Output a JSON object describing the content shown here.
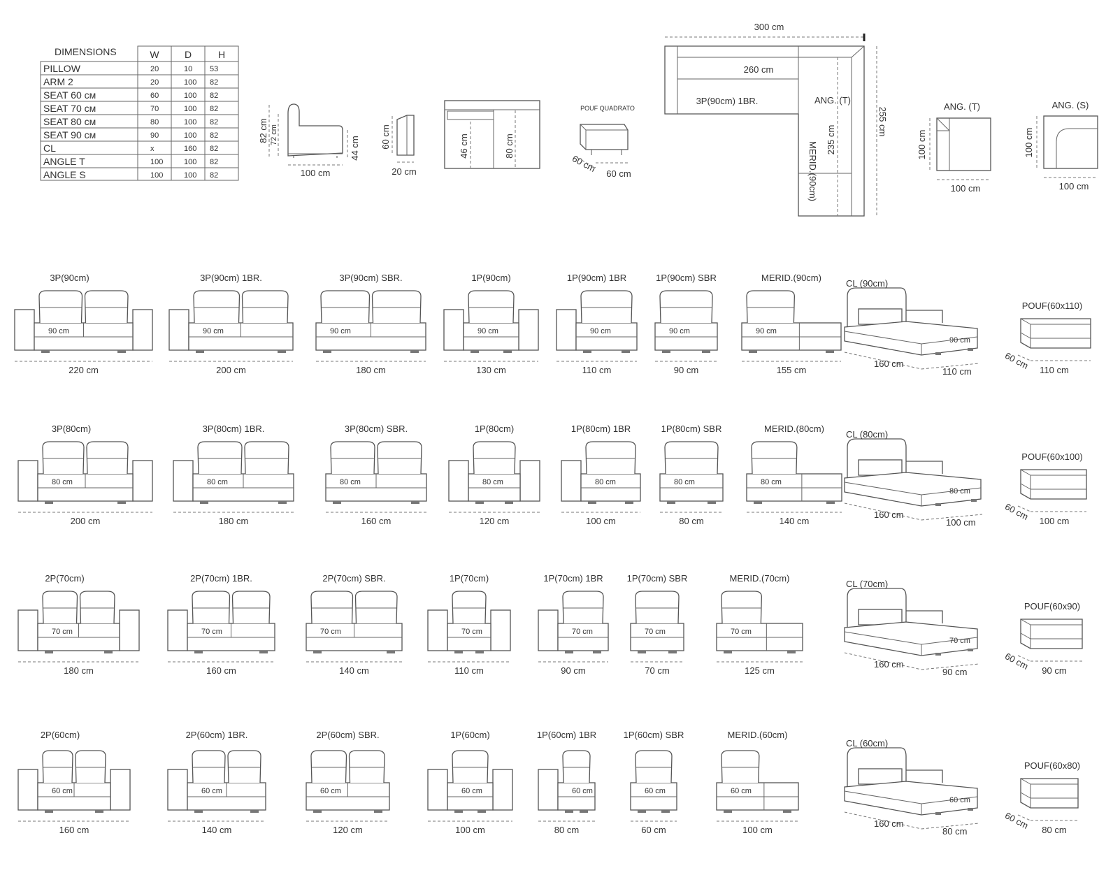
{
  "table": {
    "title": "DIMENSIONS",
    "headers": [
      "W",
      "D",
      "H"
    ],
    "rows": [
      {
        "name": "PILLOW",
        "w": "20",
        "d": "10",
        "h": "53"
      },
      {
        "name": "ARM 2",
        "w": "20",
        "d": "100",
        "h": "82"
      },
      {
        "name": "SEAT 60 cм",
        "w": "60",
        "d": "100",
        "h": "82"
      },
      {
        "name": "SEAT 70 cм",
        "w": "70",
        "d": "100",
        "h": "82"
      },
      {
        "name": "SEAT 80 cм",
        "w": "80",
        "d": "100",
        "h": "82"
      },
      {
        "name": "SEAT 90 cм",
        "w": "90",
        "d": "100",
        "h": "82"
      },
      {
        "name": "CL",
        "w": "x",
        "d": "160",
        "h": "82"
      },
      {
        "name": "ANGLE  T",
        "w": "100",
        "d": "100",
        "h": "82"
      },
      {
        "name": "ANGLE  S",
        "w": "100",
        "d": "100",
        "h": "82"
      }
    ]
  },
  "side_view": {
    "h_total": "82 cm",
    "h_back": "72 cm",
    "h_seat": "44 cm",
    "depth": "100 cm"
  },
  "arm_view": {
    "height": "60 cm",
    "width": "20 cm"
  },
  "top_view": {
    "dim_a": "46 cm",
    "dim_b": "80 cm"
  },
  "pouf_quadrato": {
    "title": "POUF  QUADRATO",
    "dim_a": "60 cm",
    "dim_b": "60 cm"
  },
  "corner_plan": {
    "width": "300 cm",
    "inner": "260 cm",
    "height": "255 cm",
    "inner_h": "235 cm",
    "label_sofa": "3P(90cm) 1BR.",
    "label_angle": "ANG. (T)",
    "label_merid": "MERID.(90cm)"
  },
  "angle_t": {
    "title": "ANG. (T)",
    "h": "100 cm",
    "w": "100 cm"
  },
  "angle_s": {
    "title": "ANG. (S)",
    "h": "100 cm",
    "w": "100 cm"
  },
  "rows": [
    {
      "items": [
        {
          "label": "3P(90cm)",
          "seat": "90 cm",
          "width": "220 cm"
        },
        {
          "label": "3P(90cm) 1BR.",
          "seat": "90 cm",
          "width": "200 cm"
        },
        {
          "label": "3P(90cm) SBR.",
          "seat": "90 cm",
          "width": "180 cm"
        },
        {
          "label": "1P(90cm)",
          "seat": "90 cm",
          "width": "130 cm"
        },
        {
          "label": "1P(90cm) 1BR",
          "seat": "90 cm",
          "width": "110 cm"
        },
        {
          "label": "1P(90cm) SBR",
          "seat": "90 cm",
          "width": "90 cm"
        },
        {
          "label": "MERID.(90cm)",
          "seat": "90 cm",
          "width": "155 cm"
        }
      ],
      "cl": {
        "label": "CL (90cm)",
        "seat": "90 cm",
        "depth": "160 cm",
        "width": "110 cm"
      },
      "pouf": {
        "label": "POUF(60x110)",
        "depth": "60 cm",
        "width": "110 cm"
      }
    },
    {
      "items": [
        {
          "label": "3P(80cm)",
          "seat": "80 cm",
          "width": "200 cm"
        },
        {
          "label": "3P(80cm) 1BR.",
          "seat": "80 cm",
          "width": "180 cm"
        },
        {
          "label": "3P(80cm) SBR.",
          "seat": "80 cm",
          "width": "160 cm"
        },
        {
          "label": "1P(80cm)",
          "seat": "80 cm",
          "width": "120 cm"
        },
        {
          "label": "1P(80cm) 1BR",
          "seat": "80 cm",
          "width": "100 cm"
        },
        {
          "label": "1P(80cm) SBR",
          "seat": "80 cm",
          "width": "80 cm"
        },
        {
          "label": "MERID.(80cm)",
          "seat": "80 cm",
          "width": "140 cm"
        }
      ],
      "cl": {
        "label": "CL (80cm)",
        "seat": "80 cm",
        "depth": "160 cm",
        "width": "100 cm"
      },
      "pouf": {
        "label": "POUF(60x100)",
        "depth": "60 cm",
        "width": "100 cm"
      }
    },
    {
      "items": [
        {
          "label": "2P(70cm)",
          "seat": "70 cm",
          "width": "180 cm"
        },
        {
          "label": "2P(70cm) 1BR.",
          "seat": "70 cm",
          "width": "160 cm"
        },
        {
          "label": "2P(70cm) SBR.",
          "seat": "70 cm",
          "width": "140 cm"
        },
        {
          "label": "1P(70cm)",
          "seat": "70 cm",
          "width": "110 cm"
        },
        {
          "label": "1P(70cm) 1BR",
          "seat": "70 cm",
          "width": "90 cm"
        },
        {
          "label": "1P(70cm) SBR",
          "seat": "70 cm",
          "width": "70 cm"
        },
        {
          "label": "MERID.(70cm)",
          "seat": "70 cm",
          "width": "125 cm"
        }
      ],
      "cl": {
        "label": "CL (70cm)",
        "seat": "70 cm",
        "depth": "160 cm",
        "width": "90 cm"
      },
      "pouf": {
        "label": "POUF(60x90)",
        "depth": "60 cm",
        "width": "90 cm"
      }
    },
    {
      "items": [
        {
          "label": "2P(60cm)",
          "seat": "60 cm",
          "width": "160 cm"
        },
        {
          "label": "2P(60cm) 1BR.",
          "seat": "60 cm",
          "width": "140 cm"
        },
        {
          "label": "2P(60cm) SBR.",
          "seat": "60 cm",
          "width": "120 cm"
        },
        {
          "label": "1P(60cm)",
          "seat": "60 cm",
          "width": "100 cm"
        },
        {
          "label": "1P(60cm) 1BR",
          "seat": "60 cm",
          "width": "80 cm"
        },
        {
          "label": "1P(60cm) SBR",
          "seat": "60 cm",
          "width": "60 cm"
        },
        {
          "label": "MERID.(60cm)",
          "seat": "60 cm",
          "width": "100 cm"
        }
      ],
      "cl": {
        "label": "CL (60cm)",
        "seat": "60 cm",
        "depth": "160 cm",
        "width": "80 cm"
      },
      "pouf": {
        "label": "POUF(60x80)",
        "depth": "60 cm",
        "width": "80 cm"
      }
    }
  ]
}
